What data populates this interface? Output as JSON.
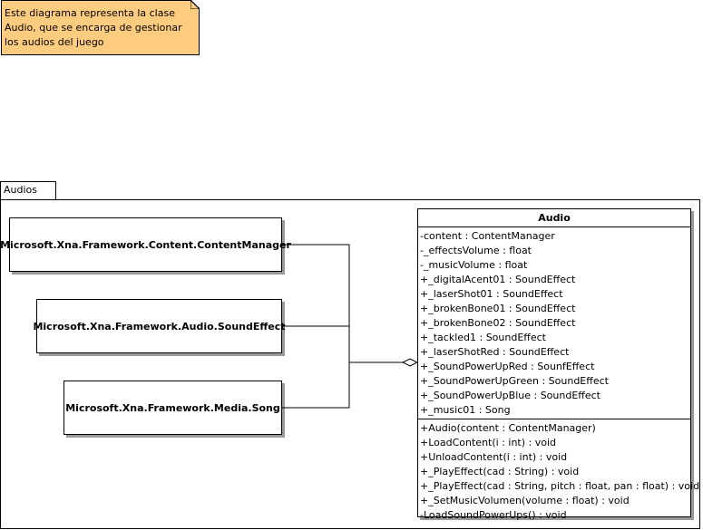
{
  "note": {
    "lines": [
      "Este diagrama representa la clase",
      "Audio, que se encarga de gestionar",
      "los audios del juego"
    ]
  },
  "package": {
    "name": "Audios"
  },
  "externals": [
    "Microsoft.Xna.Framework.Content.ContentManager",
    "Microsoft.Xna.Framework.Audio.SoundEffect",
    "Microsoft.Xna.Framework.Media.Song"
  ],
  "audio_class": {
    "name": "Audio",
    "attributes": [
      "-content : ContentManager",
      "-_effectsVolume : float",
      "-_musicVolume : float",
      "+_digitalAcent01 : SoundEffect",
      "+_laserShot01 : SoundEffect",
      "+_brokenBone01 : SoundEffect",
      "+_brokenBone02 : SoundEffect",
      "+_tackled1 : SoundEffect",
      "+_laserShotRed : SoundEffect",
      "+_SoundPowerUpRed : SounfEffect",
      "+_SoundPowerUpGreen : SoundEffect",
      "+_SoundPowerUpBlue : SoundEffect",
      "+_music01 : Song"
    ],
    "operations": [
      "+Audio(content : ContentManager)",
      "+LoadContent(i : int) : void",
      "+UnloadContent(i : int) : void",
      "+_PlayEffect(cad : String) : void",
      "+_PlayEffect(cad : String, pitch : float, pan : float) : void",
      "+_SetMusicVolumen(volume : float) : void",
      "-LoadSoundPowerUps() : void"
    ]
  },
  "colors": {
    "note_fill": "#ffcc80",
    "line": "#000000",
    "background": "#ffffff"
  }
}
